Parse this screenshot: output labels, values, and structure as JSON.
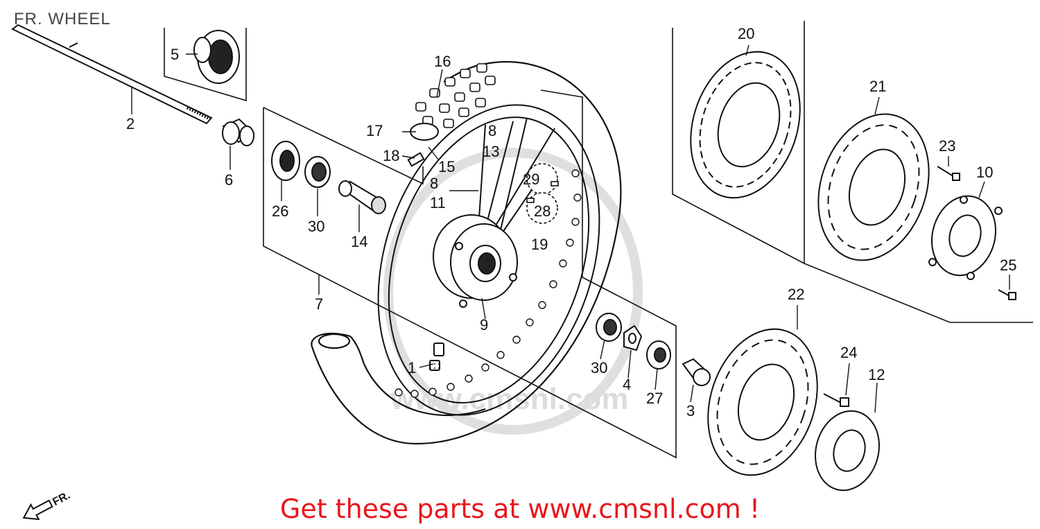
{
  "title": "FR. WHEEL",
  "banner": "Get these parts at www.cmsnl.com !",
  "direction_label": "FR.",
  "watermark": "www.cmsnl.com",
  "colors": {
    "line": "#111111",
    "banner": "#e8161c",
    "title": "#444444",
    "watermark": "#d9d9d9"
  },
  "callouts": {
    "c1": "1",
    "c2": "2",
    "c3": "3",
    "c4": "4",
    "c5": "5",
    "c6": "6",
    "c7": "7",
    "c8a": "8",
    "c8b": "8",
    "c9": "9",
    "c10": "10",
    "c11": "11",
    "c12": "12",
    "c13": "13",
    "c14": "14",
    "c15": "15",
    "c16": "16",
    "c17": "17",
    "c18": "18",
    "c19": "19",
    "c20": "20",
    "c21": "21",
    "c22": "22",
    "c23": "23",
    "c24": "24",
    "c25": "25",
    "c26": "26",
    "c27": "27",
    "c28": "28",
    "c29": "29",
    "c30a": "30",
    "c30b": "30"
  }
}
